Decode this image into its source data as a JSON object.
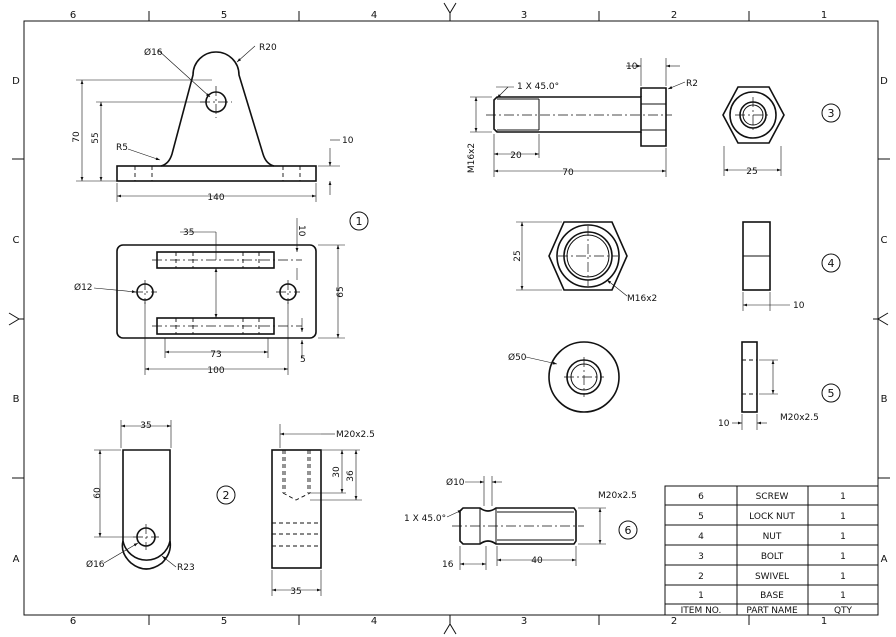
{
  "border": {
    "columns": [
      "6",
      "5",
      "4",
      "3",
      "2",
      "1"
    ],
    "rows": [
      "D",
      "C",
      "B",
      "A"
    ]
  },
  "balloons": [
    "1",
    "2",
    "3",
    "4",
    "5",
    "6"
  ],
  "base": {
    "top_view": {
      "d_hole": "Ø16",
      "radius_top": "R20",
      "radius_fillet": "R5",
      "height_total": "70",
      "height_hole": "55",
      "thickness": "10",
      "length": "140"
    },
    "plan_view": {
      "slot_pitch": "35",
      "slot_width": "10",
      "hole_dia": "Ø12",
      "width": "65",
      "slot_length": "73",
      "hole_pitch": "100",
      "edge_offset": "5"
    }
  },
  "swivel": {
    "width": "35",
    "height": "60",
    "hole_dia": "Ø16",
    "radius": "R23",
    "thread": "M20x2.5",
    "thread_depth": "30",
    "bore_depth": "36",
    "side_width": "35"
  },
  "bolt": {
    "chamfer": "1 X 45.0°",
    "head_height": "10",
    "fillet": "R2",
    "thread": "M16x2",
    "thread_length": "20",
    "length": "70",
    "across_flats": "25"
  },
  "nut": {
    "height": "25",
    "thread": "M16x2",
    "thickness": "10"
  },
  "lock_nut": {
    "dia": "Ø50",
    "thickness": "10",
    "thread": "M20x2.5"
  },
  "screw": {
    "neck_dia": "Ø10",
    "chamfer": "1 X 45.0°",
    "head_length": "16",
    "thread": "M20x2.5",
    "thread_length": "40"
  },
  "bom": {
    "headers": [
      "ITEM NO.",
      "PART NAME",
      "QTY"
    ],
    "rows": [
      [
        "6",
        "SCREW",
        "1"
      ],
      [
        "5",
        "LOCK NUT",
        "1"
      ],
      [
        "4",
        "NUT",
        "1"
      ],
      [
        "3",
        "BOLT",
        "1"
      ],
      [
        "2",
        "SWIVEL",
        "1"
      ],
      [
        "1",
        "BASE",
        "1"
      ]
    ]
  }
}
